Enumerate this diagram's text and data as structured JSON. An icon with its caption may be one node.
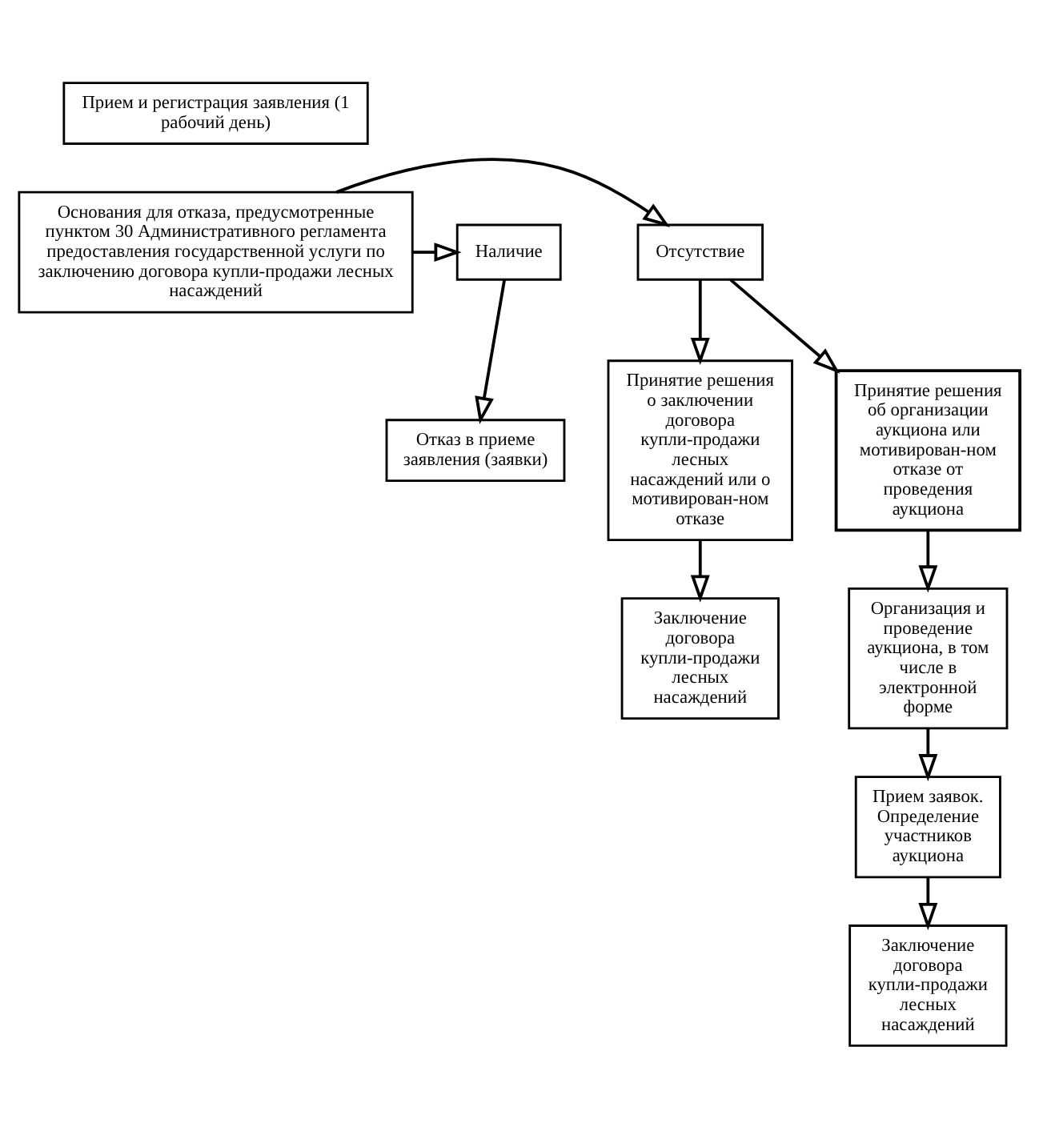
{
  "diagram": {
    "nodes": [
      {
        "text": [
          "Прием и регистрация заявления (1 рабочий день)"
        ]
      },
      {
        "text": [
          "Основания для отказа, предусмотренные пунктом 30 Административного регламента предоставления государственной услуги по заключению договора купли-продажи лесных насаждений"
        ]
      },
      {
        "text": [
          "Отсутствие"
        ]
      },
      {
        "text": [
          "Наличие"
        ]
      },
      {
        "text": [
          "Отказ в приеме заявления (заявки)"
        ]
      },
      {
        "text": [
          "Принятие решения об организации аукциона или мотивирован-ном отказе от проведения аукциона"
        ]
      },
      {
        "text": [
          "Принятие решения о заключении договора купли-продажи лесных насаждений или о мотивирован-ном отказе"
        ]
      },
      {
        "text": [
          "Организация и проведение аукциона, в том числе в электронной форме"
        ]
      },
      {
        "text": [
          "Заключение договора купли-продажи лесных насаждений"
        ]
      },
      {
        "text": [
          "Прием заявок. Определение участников аукциона"
        ]
      },
      {
        "text": [
          "Заключение договора купли-продажи лесных насаждений"
        ]
      }
    ],
    "edges": [
      {
        "from": 1,
        "to": 2,
        "arrow": "to"
      },
      {
        "from": 1,
        "to": 3,
        "arrow": "to"
      },
      {
        "from": 3,
        "to": 4,
        "arrow": "to"
      },
      {
        "from": 2,
        "to": 5,
        "arrow": "to"
      },
      {
        "from": 2,
        "to": 6,
        "arrow": "to"
      },
      {
        "from": 5,
        "to": 7,
        "arrow": "to"
      },
      {
        "from": 6,
        "to": 8,
        "arrow": "to"
      },
      {
        "from": 7,
        "to": 9,
        "arrow": "to"
      },
      {
        "from": 9,
        "to": 10,
        "arrow": "to"
      }
    ]
  }
}
